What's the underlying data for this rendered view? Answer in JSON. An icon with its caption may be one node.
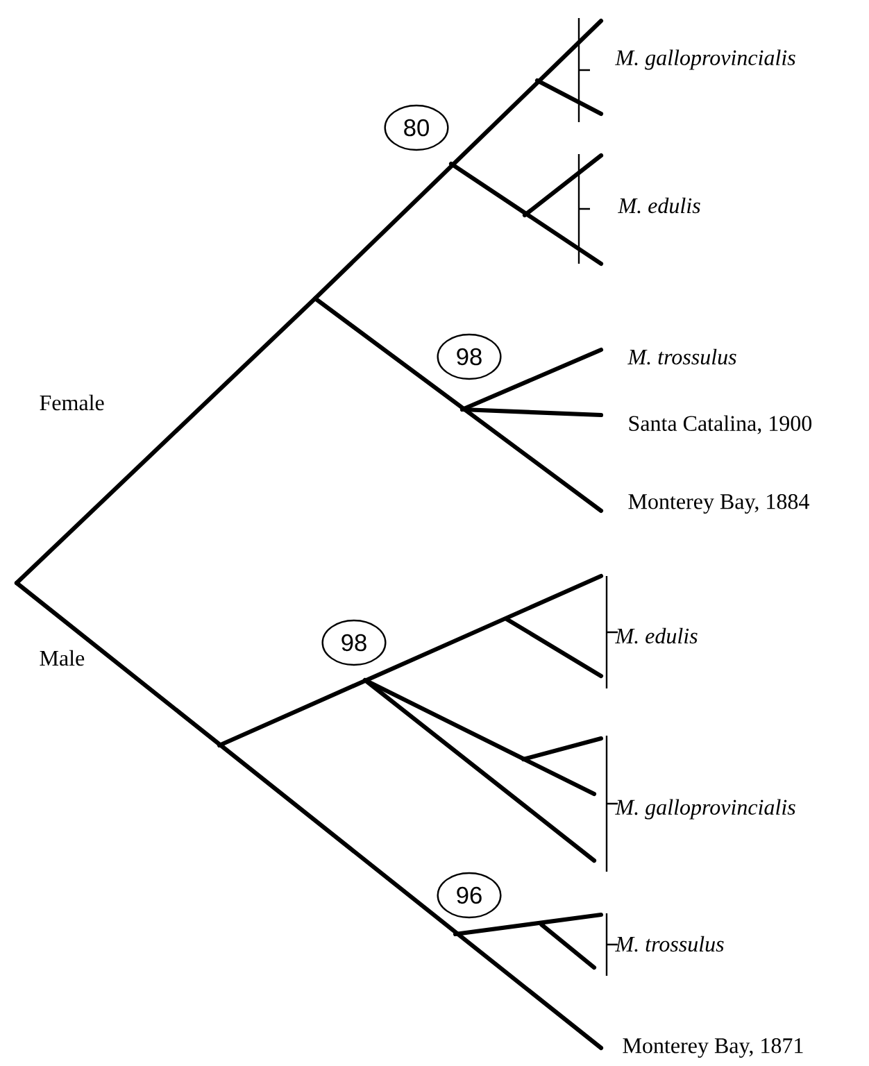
{
  "diagram": {
    "nodes": [
      {
        "text": [
          "80"
        ]
      },
      {
        "text": [
          "98"
        ]
      },
      {
        "text": [
          "98"
        ]
      },
      {
        "text": [
          "96"
        ]
      }
    ],
    "labels": [
      "M. galloprovincialis",
      "M. edulis",
      "M. trossulus",
      "Santa Catalina, 1900",
      "Female",
      "Monterey Bay, 1884",
      "Male",
      "M. edulis",
      "M. galloprovincialis",
      "M. trossulus",
      "Monterey Bay, 1871"
    ]
  }
}
